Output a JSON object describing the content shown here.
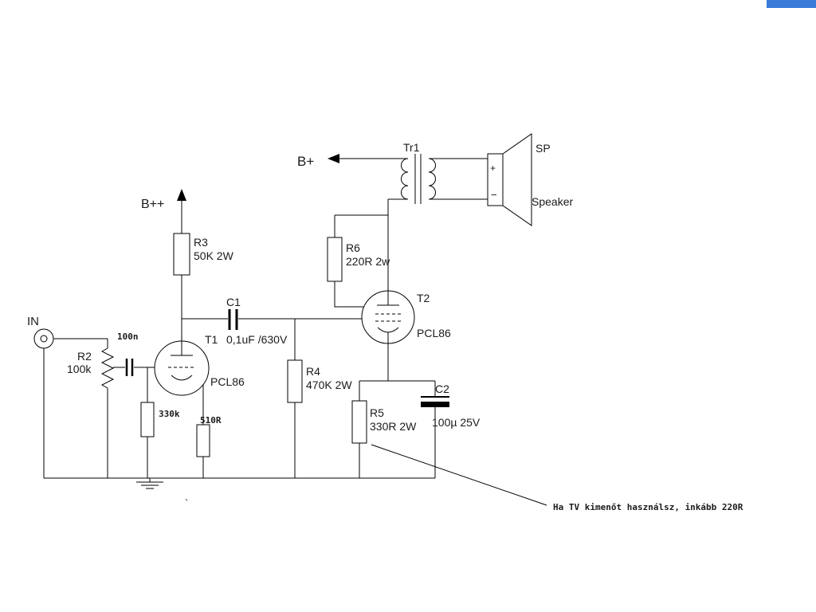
{
  "canvas": {
    "background": "#ffffff",
    "ink": "#000000",
    "accent_strip": "#3b7bd8"
  },
  "input": {
    "label": "IN",
    "r2_name": "R2",
    "r2_value": "100k",
    "cap_value": "100n"
  },
  "stage1": {
    "supply": "B++",
    "plate_r_name": "R3",
    "plate_r_value": "50K 2W",
    "tube_name": "T1",
    "tube_type": "PCL86",
    "grid_r_value": "330k",
    "cathode_r_value": "510R"
  },
  "coupling": {
    "cap_name": "C1",
    "cap_value": "0,1uF /630V"
  },
  "stage2": {
    "tube_name": "T2",
    "tube_type": "PCL86",
    "grid_r_name": "R4",
    "grid_r_value": "470K 2W",
    "screen_r_name": "R6",
    "screen_r_value": "220R 2w",
    "cathode_r_name": "R5",
    "cathode_r_value": "330R 2W",
    "cathode_c_name": "C2",
    "cathode_c_value": "100µ 25V"
  },
  "output": {
    "supply": "B+",
    "transformer_name": "Tr1",
    "speaker_abbr": "SP",
    "speaker_label": "Speaker",
    "terminal_plus": "+",
    "terminal_minus": "−"
  },
  "annotation": {
    "note": "Ha TV kimenőt használsz, inkább 220R",
    "stray_mark": "`"
  }
}
